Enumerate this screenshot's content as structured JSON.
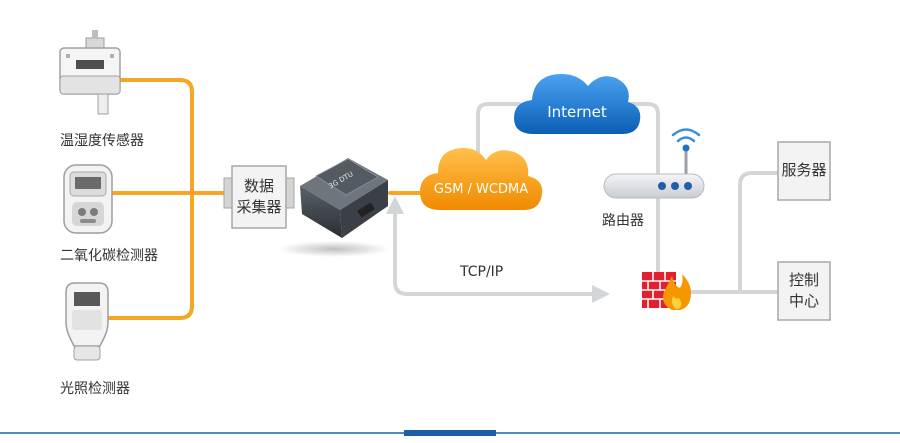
{
  "sensors": [
    {
      "label": "温湿度传感器",
      "icon": "temperature-humidity-sensor-icon"
    },
    {
      "label": "二氧化碳检测器",
      "icon": "co2-detector-icon"
    },
    {
      "label": "光照检测器",
      "icon": "light-detector-icon"
    }
  ],
  "collector": {
    "line1": "数据",
    "line2": "采集器"
  },
  "dtu": {
    "label": "3G DTU"
  },
  "gsm_cloud": {
    "label": "GSM / WCDMA"
  },
  "internet_cloud": {
    "label": "Internet"
  },
  "router": {
    "label": "路由器"
  },
  "protocol": {
    "label": "TCP/IP"
  },
  "server": {
    "label": "服务器"
  },
  "control": {
    "line1": "控制",
    "line2": "中心"
  },
  "colors": {
    "sensor_link": "#f5a623",
    "network_link": "#cfd3d6",
    "gsm_cloud": "#f39800",
    "internet_cloud": "#1f73c3",
    "firewall": "#e5202e",
    "footer_line": "#1f5fa8"
  }
}
